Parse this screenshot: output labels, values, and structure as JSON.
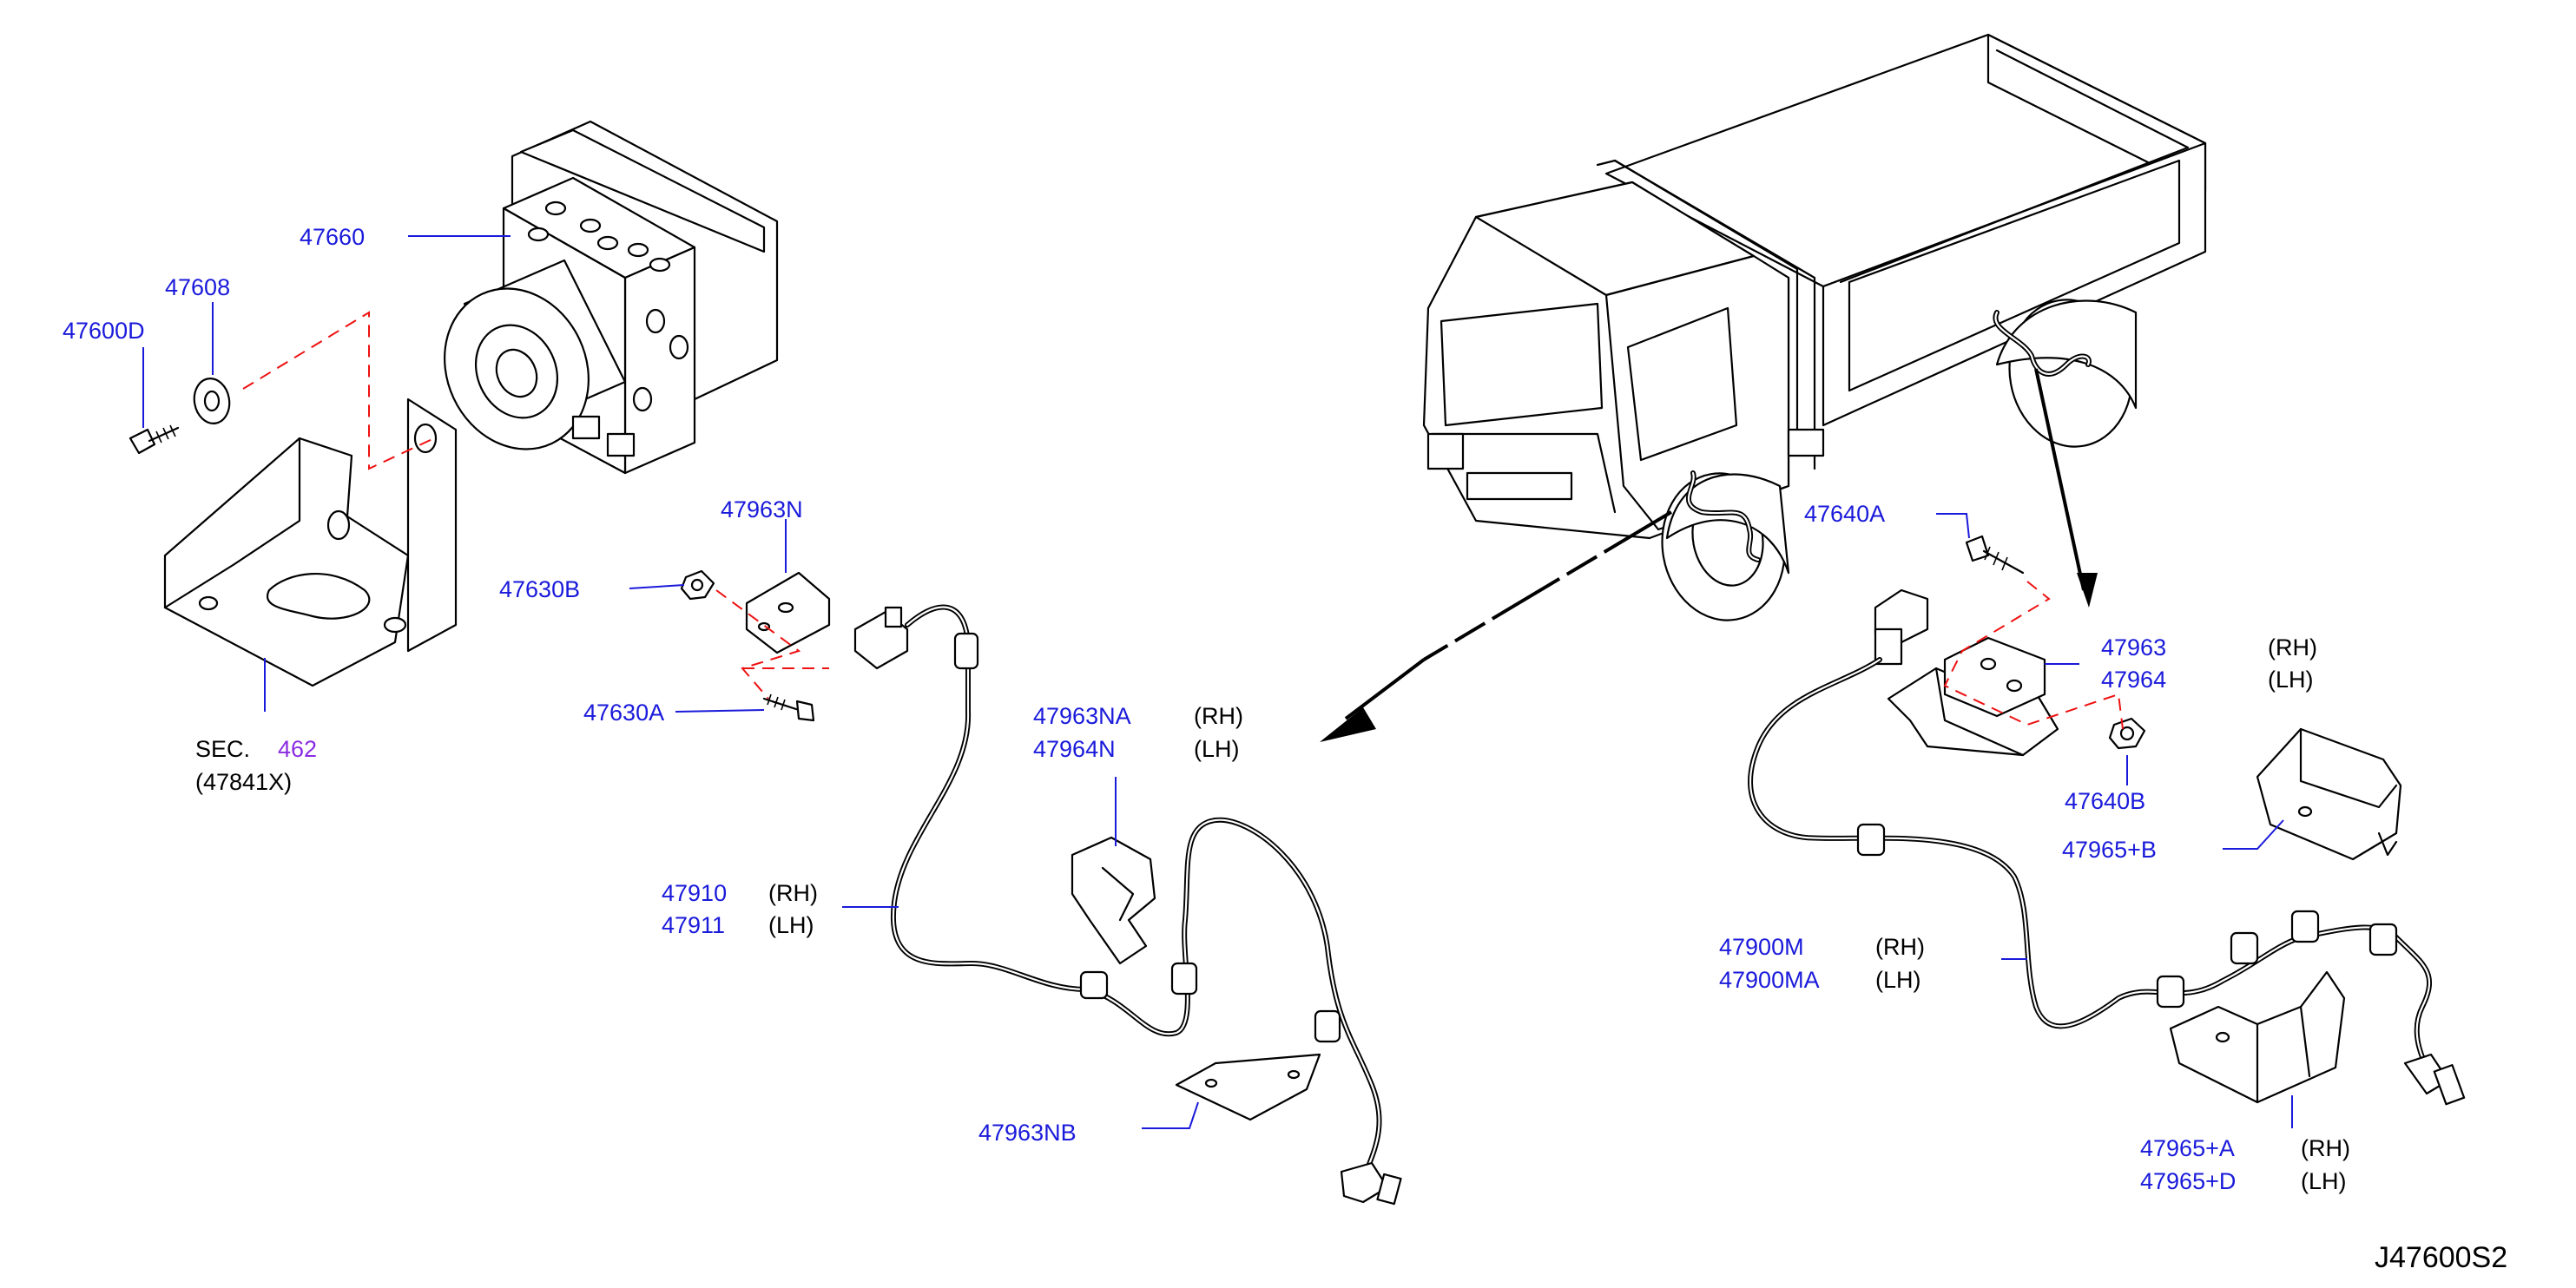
{
  "labels": {
    "l47660": "47660",
    "l47608": "47608",
    "l47600D": "47600D",
    "sec_prefix": "SEC.",
    "sec_number": "462",
    "sec_sub": "(47841X)",
    "l47963N": "47963N",
    "l47630B": "47630B",
    "l47630A": "47630A",
    "l47963NA": "47963NA",
    "l47963NA_side": "(RH)",
    "l47964N": "47964N",
    "l47964N_side": "(LH)",
    "l47910": "47910",
    "l47910_side": "(RH)",
    "l47911": "47911",
    "l47911_side": "(LH)",
    "l47963NB": "47963NB",
    "l47640A": "47640A",
    "l47963_partial": "47963",
    "l47963_partial_side": "(RH)",
    "l47964_partial": "47964",
    "l47964_partial_side": "(LH)",
    "l47640B": "47640B",
    "l47965B": "47965+B",
    "l47900M": "47900M",
    "l47900M_side": "(RH)",
    "l47900MA": "47900MA",
    "l47900MA_side": "(LH)",
    "l47965A": "47965+A",
    "l47965A_side": "(RH)",
    "l47965D": "47965+D",
    "l47965D_side": "(LH)",
    "diagram_code": "J47600S2"
  },
  "colors": {
    "part_label": "#1a1adb",
    "section_ref": "#8a2be2",
    "fastener_path": "#e11111",
    "line_art": "#000000"
  }
}
